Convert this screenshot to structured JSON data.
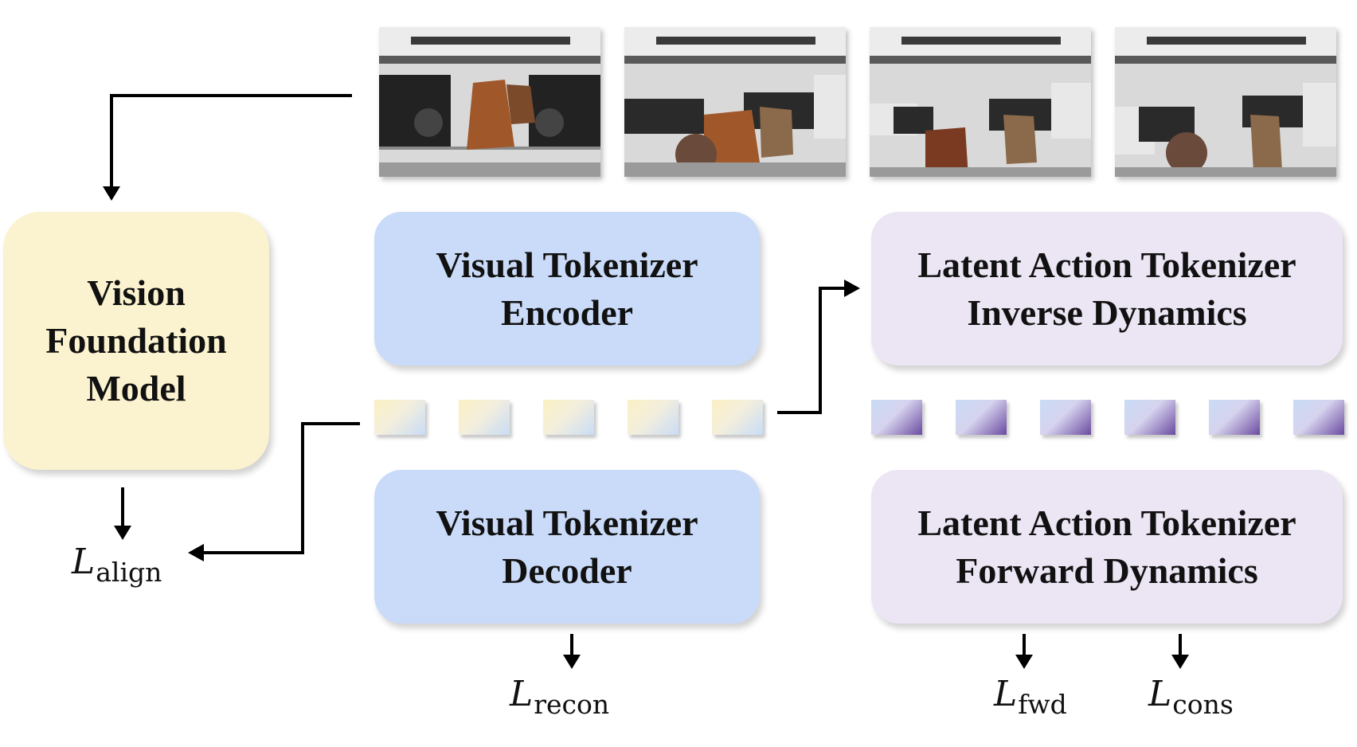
{
  "blocks": {
    "vision_foundation": {
      "lines": [
        "Vision",
        "Foundation",
        "Model"
      ],
      "color": "#fbf3cf"
    },
    "visual_encoder": {
      "lines": [
        "Visual Tokenizer",
        "Encoder"
      ],
      "color": "#c9dbf8"
    },
    "visual_decoder": {
      "lines": [
        "Visual Tokenizer",
        "Decoder"
      ],
      "color": "#c9dbf8"
    },
    "latent_inverse": {
      "lines": [
        "Latent Action Tokenizer",
        "Inverse Dynamics"
      ],
      "color": "#ebe5f4"
    },
    "latent_forward": {
      "lines": [
        "Latent Action Tokenizer",
        "Forward Dynamics"
      ],
      "color": "#ebe5f4"
    }
  },
  "losses": {
    "align": {
      "symbol": "L",
      "sub": "align"
    },
    "recon": {
      "symbol": "L",
      "sub": "recon"
    },
    "fwd": {
      "symbol": "L",
      "sub": "fwd"
    },
    "cons": {
      "symbol": "L",
      "sub": "cons"
    }
  },
  "frames": [
    "video-frame-1",
    "video-frame-2",
    "video-frame-3",
    "video-frame-4"
  ],
  "tokens": {
    "visual_count": 5,
    "action_count": 6
  }
}
